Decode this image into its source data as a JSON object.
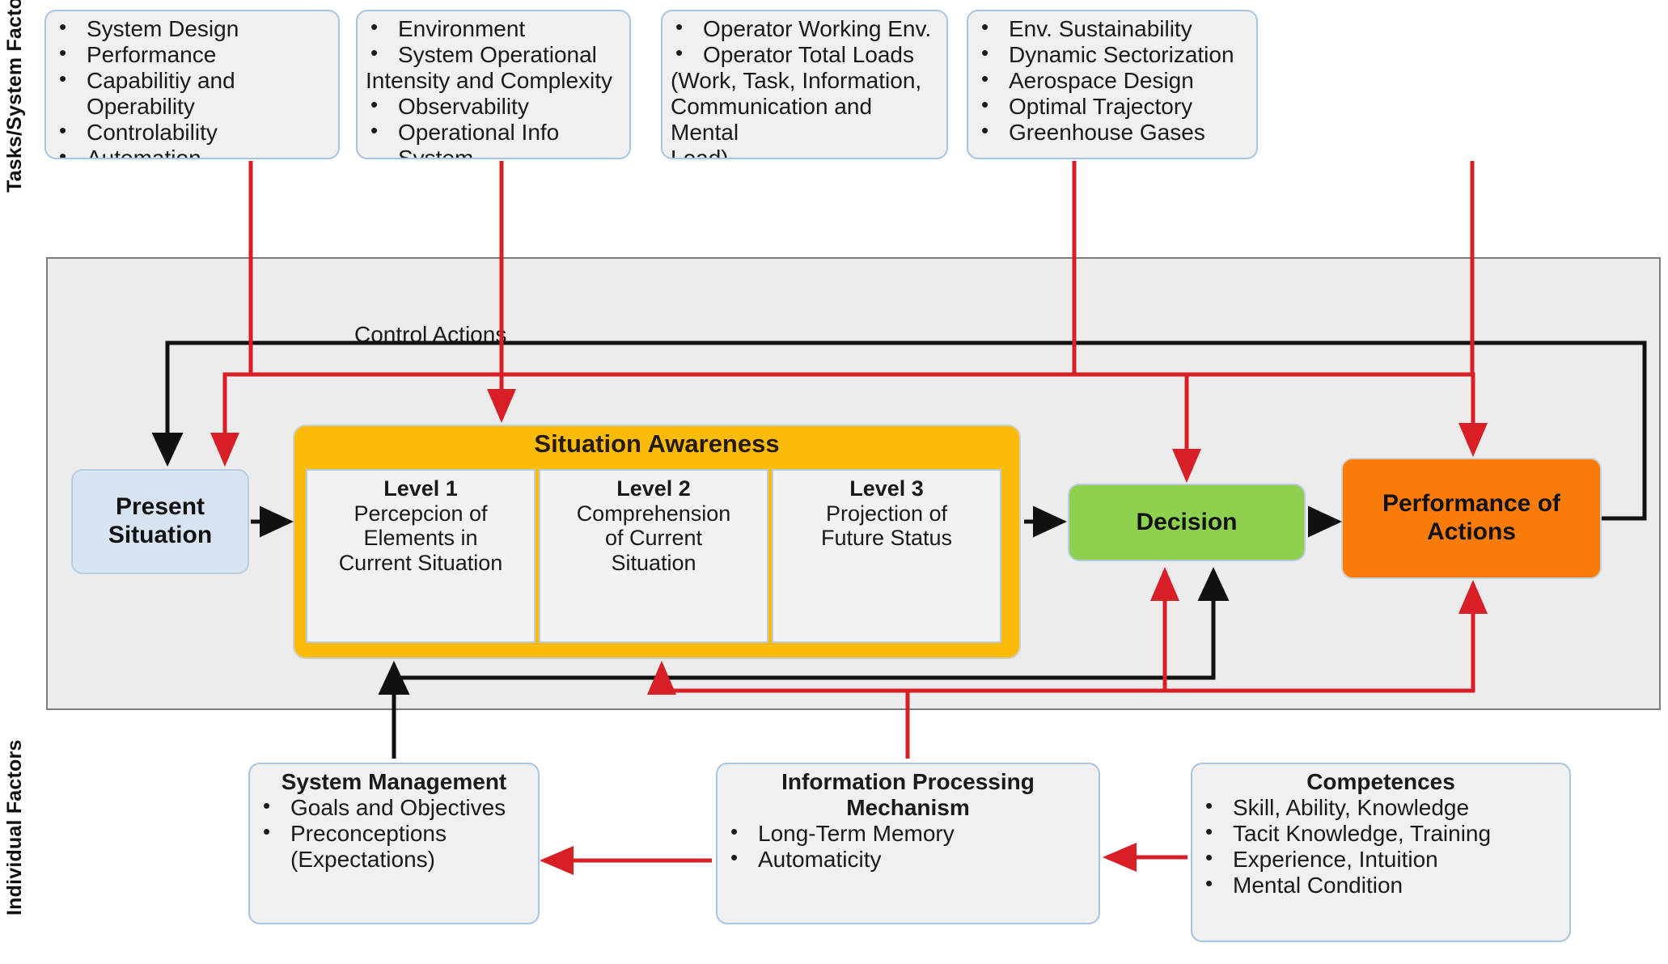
{
  "side_labels": {
    "top": "Tasks/System Factors",
    "bottom": "Individual Factors"
  },
  "top_factor_boxes": [
    {
      "name": "system-factors",
      "title": "",
      "items": [
        "System Design",
        "Performance",
        "Capabilitiy and Operability",
        "Controlability",
        "Automation"
      ]
    },
    {
      "name": "environment-factors",
      "title": "",
      "items": [
        "Environment",
        "System Operational",
        "Intensity and Complexity",
        "Observability",
        "Operational Info System"
      ]
    },
    {
      "name": "operator-factors",
      "title": "",
      "items": [
        "Operator Working Env.",
        "Operator Total Loads",
        "(Work, Task, Information,",
        "Communication and Mental",
        "Load)"
      ]
    },
    {
      "name": "sustainability-factors",
      "title": "",
      "items": [
        "Env. Sustainability",
        "Dynamic Sectorization",
        "Aerospace Design",
        "Optimal Trajectory",
        "Greenhouse Gases"
      ]
    }
  ],
  "process": {
    "control_actions_label": "Control Actions",
    "present_situation": "Present\nSituation",
    "present_situation_line1": "Present",
    "present_situation_line2": "Situation",
    "situation_awareness_title": "Situation Awareness",
    "levels": [
      {
        "heading": "Level 1",
        "body": "Percepcion of\nElements in\nCurrent Situation"
      },
      {
        "heading": "Level 2",
        "body": "Comprehension\nof Current\nSituation"
      },
      {
        "heading": "Level 3",
        "body": "Projection of\nFuture Status"
      }
    ],
    "decision": "Decision",
    "performance_line1": "Performance of",
    "performance_line2": "Actions"
  },
  "bottom_factor_boxes": [
    {
      "name": "system-management",
      "title": "System Management",
      "items": [
        "Goals and Objectives",
        "Preconceptions",
        "(Expectations)"
      ]
    },
    {
      "name": "information-processing-mechanism",
      "title": "Information Processing\nMechanism",
      "title_line1": "Information Processing",
      "title_line2": "Mechanism",
      "items": [
        "Long-Term Memory",
        "Automaticity"
      ]
    },
    {
      "name": "competences",
      "title": "Competences",
      "items": [
        "Skill, Ability, Knowledge",
        "Tacit Knowledge, Training",
        "Experience, Intuition",
        "Mental Condition"
      ]
    }
  ],
  "colors": {
    "situation_awareness": "#fbbb07",
    "decision": "#8ed14f",
    "performance": "#f97c09",
    "present_situation": "#d6e4f2",
    "container": "#ececec",
    "box_fill": "#f0f0f0",
    "box_border": "#a9c4e0",
    "arrow_black": "#111111",
    "arrow_red": "#d81f26"
  }
}
